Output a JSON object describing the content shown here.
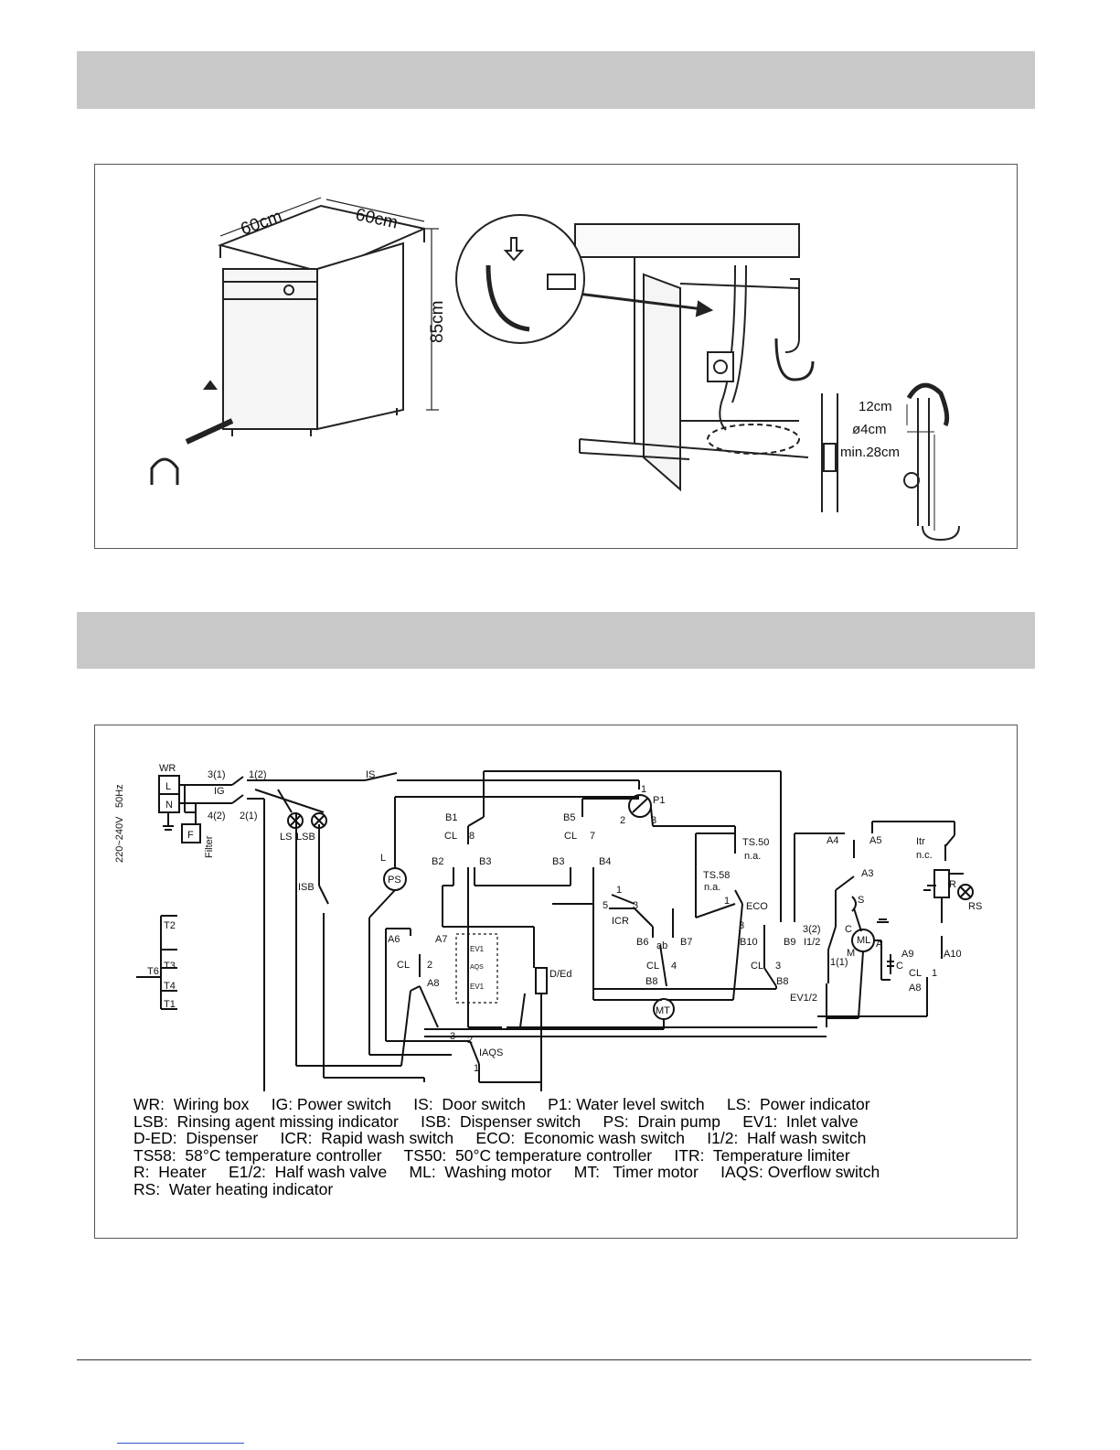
{
  "installation": {
    "dimensions": {
      "width": "60cm",
      "depth": "60cm",
      "height": "85cm"
    },
    "drain": {
      "loop_height": "12cm",
      "diameter": "ø4cm",
      "min_height": "min.28cm"
    }
  },
  "wiring": {
    "labels": {
      "hz": "50Hz",
      "volt": "220~240V",
      "wr": "WR",
      "l": "L",
      "n": "N",
      "f": "F",
      "filter": "Filter",
      "p31": "3(1)",
      "p12": "1(2)",
      "p42": "4(2)",
      "p21": "2(1)",
      "ig": "IG",
      "is": "IS",
      "ls": "LS",
      "lsb": "LSB",
      "isb": "ISB",
      "lpump": "L",
      "ps": "PS",
      "b1": "B1",
      "cl8": "CL",
      "n8": "8",
      "b2": "B2",
      "b3": "B3",
      "b5": "B5",
      "cl7": "CL",
      "n7": "7",
      "b3b": "B3",
      "b4": "B4",
      "p1n1": "1",
      "p1": "P1",
      "p1n2": "2",
      "p1n3": "3",
      "ts50": "TS.50",
      "na1": "n.a.",
      "ts58": "TS.58",
      "na2": "n.a.",
      "eco1": "1",
      "eco": "ECO",
      "eco3": "3",
      "icr1": "1",
      "icr5": "5",
      "icr3": "3",
      "icr": "ICR",
      "b6": "B6",
      "ab": "ab",
      "b7": "B7",
      "cl4": "CL",
      "n4": "4",
      "b8": "B8",
      "mt": "MT",
      "b10": "B10",
      "b9": "B9",
      "cl3": "CL",
      "n3": "3",
      "b8b": "B8",
      "a6": "A6",
      "a7": "A7",
      "cl2": "CL",
      "n2": "2",
      "a8": "A8",
      "ev1a": "EV1",
      "aqs": "AQS",
      "ev1b": "EV1",
      "ded": "D/Ed",
      "iaq3": "3",
      "iaq2": "2",
      "iaqs": "IAQS",
      "iaq1": "1",
      "a4": "A4",
      "a5": "A5",
      "a3": "A3",
      "s": "S",
      "ml": "ML",
      "mc": "C",
      "ma": "A",
      "mm": "M",
      "cap": "C",
      "i32": "3(2)",
      "i12": "I1/2",
      "i11": "1(1)",
      "ev12": "EV1/2",
      "itr": "Itr",
      "nc": "n.c.",
      "r": "R",
      "rs": "RS",
      "a9": "A9",
      "a10": "A10",
      "cl1": "CL",
      "n1": "1",
      "a8b": "A8",
      "t2": "T2",
      "t3": "T3",
      "t6": "T6",
      "t4": "T4",
      "t1": "T1"
    },
    "legend": [
      "WR:  Wiring box     IG: Power switch     IS:  Door switch     P1: Water level switch     LS:  Power indicator",
      "LSB:  Rinsing agent missing indicator     ISB:  Dispenser switch     PS:  Drain pump     EV1:  Inlet valve",
      "D-ED:  Dispenser     ICR:  Rapid wash switch     ECO:  Economic wash switch     I1/2:  Half wash switch",
      "TS58:  58°C temperature controller     TS50:  50°C temperature controller     ITR:  Temperature limiter",
      "R:  Heater     E1/2:  Half wash valve     ML:  Washing motor     MT:   Timer motor     IAQS: Overflow switch",
      "RS:  Water heating indicator"
    ]
  }
}
